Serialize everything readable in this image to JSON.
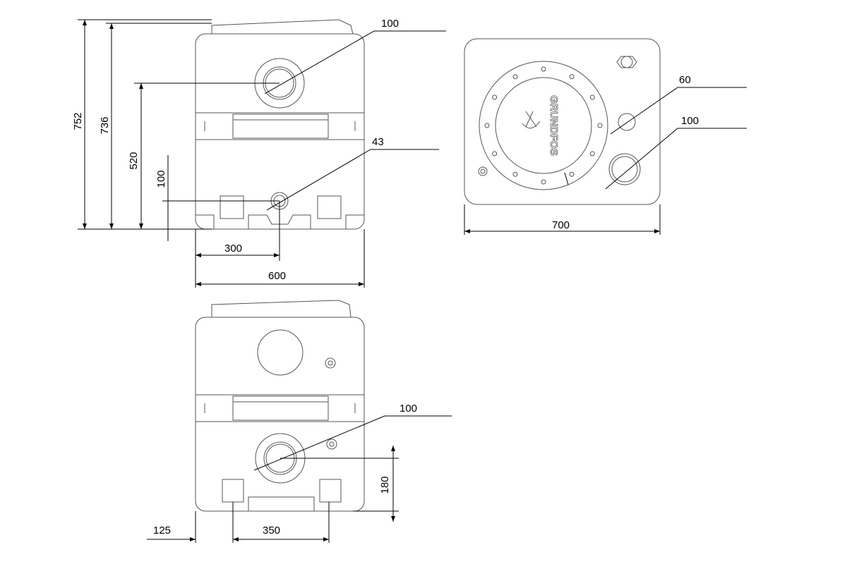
{
  "front_view": {
    "dims": {
      "h752": "752",
      "h736": "736",
      "h520": "520",
      "h100": "100",
      "d100": "100",
      "d43": "43",
      "w300": "300",
      "w600": "600"
    }
  },
  "top_view": {
    "logo": "GRUNDFOS",
    "dims": {
      "d60": "60",
      "d100": "100",
      "w700": "700"
    }
  },
  "side_view": {
    "dims": {
      "d100": "100",
      "h180": "180",
      "w125": "125",
      "w350": "350"
    }
  }
}
